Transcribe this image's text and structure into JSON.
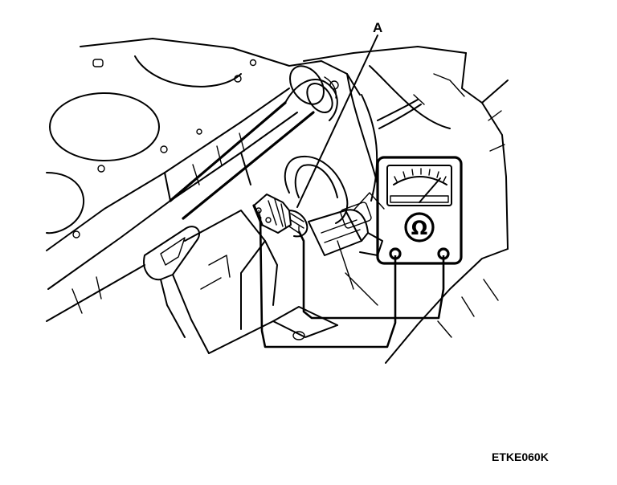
{
  "callout_label": "A",
  "meter_symbol": "Ω",
  "figure_code": "ETKE060K",
  "colors": {
    "ink": "#000000",
    "paper": "#ffffff"
  }
}
